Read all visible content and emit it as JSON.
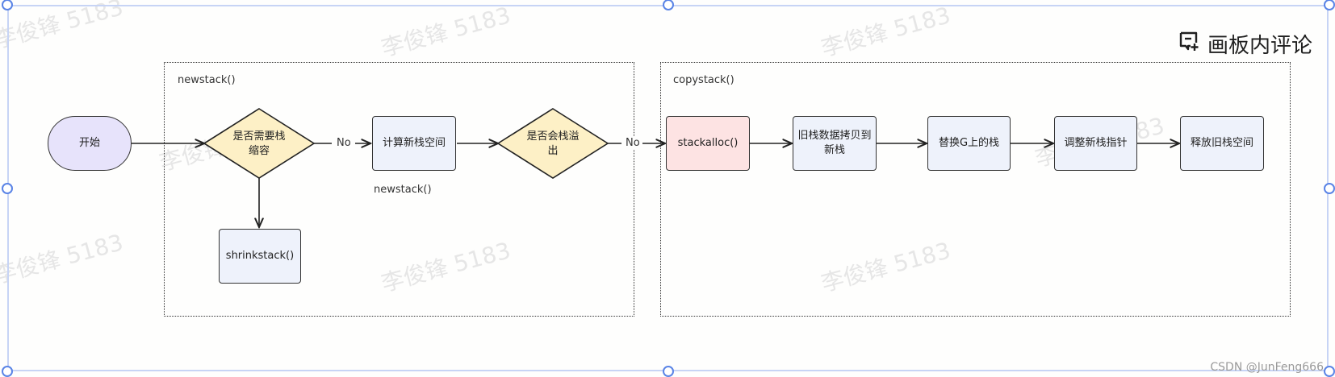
{
  "toolbar": {
    "comment_label": "画板内评论"
  },
  "watermark": "李俊锋 5183",
  "frames": [
    {
      "label": "newstack()"
    },
    {
      "label": "copystack()"
    }
  ],
  "nodes": {
    "start": "开始",
    "check_shrink": "是否需要栈\n缩容",
    "shrinkstack": "shrinkstack()",
    "calc_size": "计算新栈空间",
    "check_overflow": "是否会栈溢\n出",
    "stackalloc": "stackalloc()",
    "copy_data": "旧栈数据拷贝到\n新栈",
    "replace_stack": "替换G上的栈",
    "adjust_ptr": "调整新栈指针",
    "free_old": "释放旧栈空间"
  },
  "edge_labels": {
    "no1": "No",
    "no2": "No"
  },
  "annotation": "newstack()",
  "credit": "CSDN @JunFeng666",
  "colors": {
    "start_fill": "#e7e3fb",
    "decision_fill": "#fdf0c6",
    "process_fill": "#eef2fb",
    "alloc_fill": "#fde3e3",
    "selection": "#5a84e6"
  }
}
